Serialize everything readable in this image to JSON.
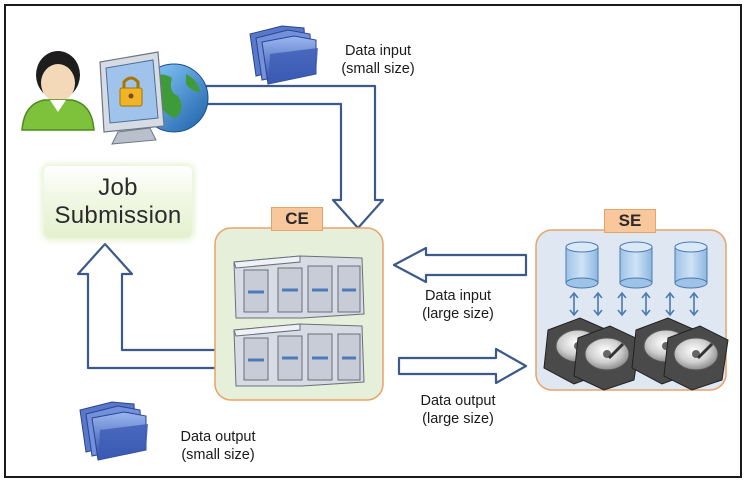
{
  "diagram": {
    "user_block_label_line1": "Job",
    "user_block_label_line2": "Submission",
    "ce_label": "CE",
    "se_label": "SE",
    "data_input_small_line1": "Data input",
    "data_input_small_line2": "(small size)",
    "data_input_large_line1": "Data input",
    "data_input_large_line2": "(large size)",
    "data_output_large_line1": "Data output",
    "data_output_large_line2": "(large size)",
    "data_output_small_line1": "Data output",
    "data_output_small_line2": "(small size)"
  },
  "colors": {
    "arrow_outline": "#3b5a8a",
    "ce_fill": "#e6efd9",
    "se_fill": "#dfe7f3",
    "box_border": "#e7a46a",
    "tab_fill": "#f9c79c",
    "cylinder": "#b8d4ee"
  },
  "icons": [
    "user-icon",
    "secure-computer-icon",
    "globe-icon",
    "folders-icon",
    "server-rack-icon",
    "database-icon",
    "hard-disk-icon"
  ]
}
